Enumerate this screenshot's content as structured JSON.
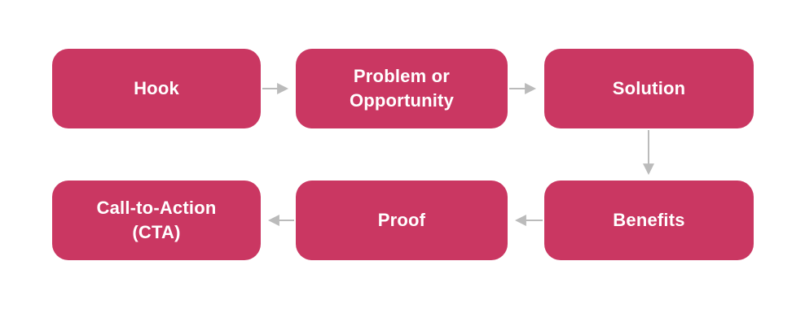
{
  "diagram": {
    "type": "flowchart",
    "nodes": [
      {
        "id": "hook",
        "label": "Hook"
      },
      {
        "id": "problem",
        "label": "Problem or\nOpportunity"
      },
      {
        "id": "solution",
        "label": "Solution"
      },
      {
        "id": "benefits",
        "label": "Benefits"
      },
      {
        "id": "proof",
        "label": "Proof"
      },
      {
        "id": "cta",
        "label": "Call-to-Action\n(CTA)"
      }
    ],
    "edges": [
      {
        "from": "hook",
        "to": "problem",
        "direction": "right"
      },
      {
        "from": "problem",
        "to": "solution",
        "direction": "right"
      },
      {
        "from": "solution",
        "to": "benefits",
        "direction": "down"
      },
      {
        "from": "benefits",
        "to": "proof",
        "direction": "left"
      },
      {
        "from": "proof",
        "to": "cta",
        "direction": "left"
      }
    ],
    "colors": {
      "node_fill": "#CA3762",
      "node_text": "#FFFFFF",
      "arrow": "#BBBBBB",
      "background": "#FFFFFF"
    }
  }
}
